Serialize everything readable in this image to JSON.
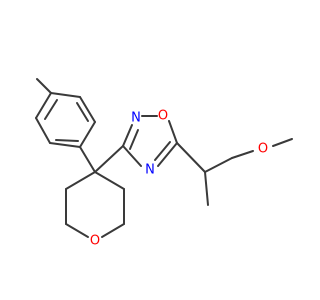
{
  "molecule": {
    "atoms": {
      "oxadiazole_o": "O",
      "oxadiazole_n2": "N",
      "oxadiazole_n4": "N",
      "methoxy_o": "O",
      "oxane_o": "O"
    },
    "colors": {
      "bond": "#3a3a3a",
      "oxygen": "#ff0000",
      "nitrogen": "#0000ff"
    }
  }
}
